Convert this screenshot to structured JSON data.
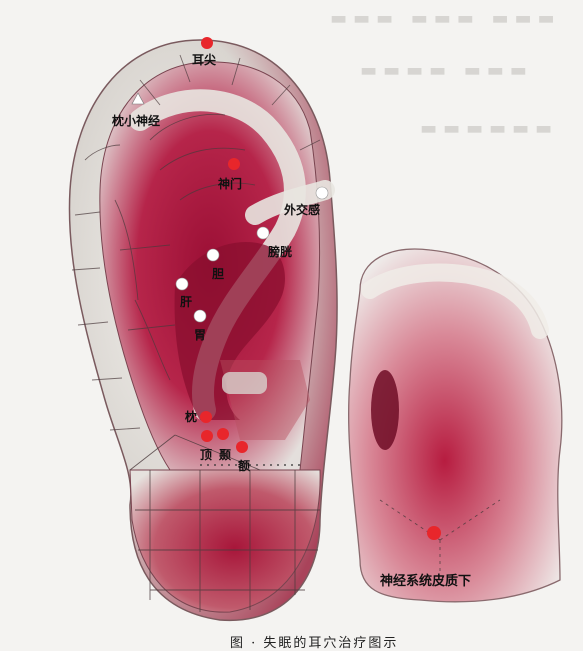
{
  "points": {
    "ear_apex": "耳尖",
    "lesser_occipital": "枕小神经",
    "shenmen": "神门",
    "external_genitalia": "外交感",
    "bladder": "膀胱",
    "spleen": "胆",
    "liver": "肝",
    "stomach": "胃",
    "occiput": "枕",
    "vertex": "顶",
    "temple": "颞",
    "forehead": "额",
    "subcortex": "神经系统皮质下"
  },
  "caption": "图  ·  失眠的耳穴治疗图示",
  "colors": {
    "red_point": "#e8262b",
    "white_point": "#ffffff",
    "ear_red": "#a8163a",
    "ear_light": "#e9e7e3"
  }
}
